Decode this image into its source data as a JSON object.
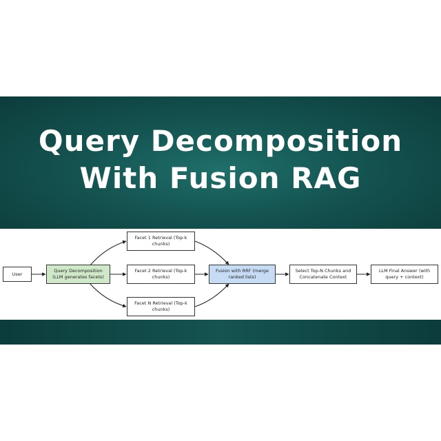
{
  "title": {
    "line1": "Query Decomposition",
    "line2": "With Fusion RAG"
  },
  "colors": {
    "banner_dark": "#0c3c3b",
    "banner_mid": "#1f6f6a",
    "node_green": "#cfe8c8",
    "node_blue": "#c5dcf4"
  },
  "diagram": {
    "nodes": {
      "user": "User",
      "decomposition": "Query Decomposition (LLM generates facets)",
      "facet1": "Facet 1 Retrieval (Top-k chunks)",
      "facet2": "Facet 2 Retrieval (Top-k chunks)",
      "facetN": "Facet N Retrieval (Top-k chunks)",
      "fusion": "Fusion with RRF (merge ranked lists)",
      "select": "Select Top-N Chunks and Concatenate Context",
      "answer": "LLM Final Answer (with query + context)"
    },
    "edges": [
      [
        "user",
        "decomposition"
      ],
      [
        "decomposition",
        "facet1"
      ],
      [
        "decomposition",
        "facet2"
      ],
      [
        "decomposition",
        "facetN"
      ],
      [
        "facet1",
        "fusion"
      ],
      [
        "facet2",
        "fusion"
      ],
      [
        "facetN",
        "fusion"
      ],
      [
        "fusion",
        "select"
      ],
      [
        "select",
        "answer"
      ]
    ]
  }
}
